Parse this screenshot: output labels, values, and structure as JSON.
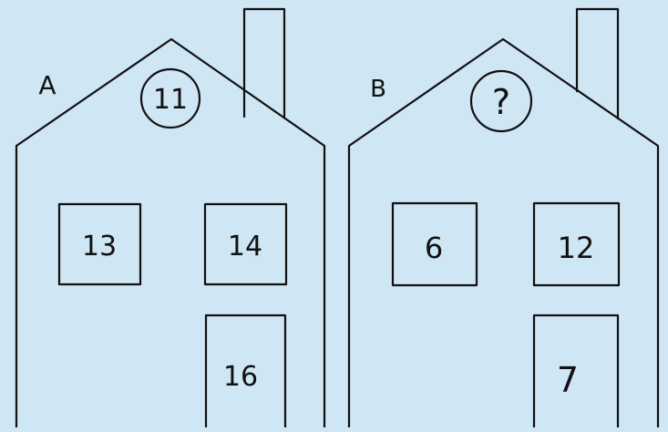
{
  "background_color": "#cfe6f4",
  "line_color": "#111111",
  "houses": [
    {
      "label": "A",
      "roof_number": "11",
      "left_window": "13",
      "right_window": "14",
      "door": "16"
    },
    {
      "label": "B",
      "roof_number": "?",
      "left_window": "6",
      "right_window": "12",
      "door": "7"
    }
  ]
}
